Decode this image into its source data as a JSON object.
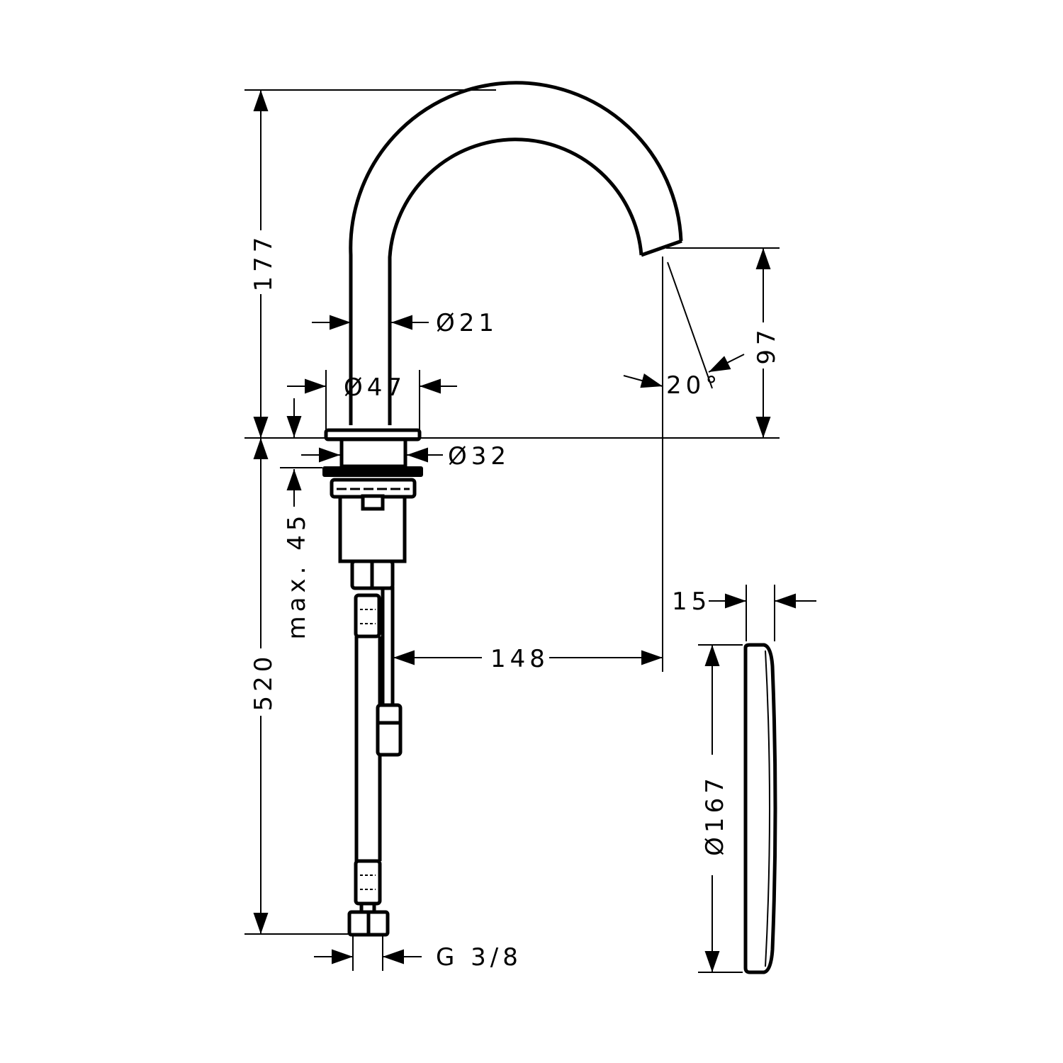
{
  "drawing": {
    "dimensions": {
      "spout_height": "177",
      "spout_diameter": "Ø21",
      "base_diameter": "Ø47",
      "mount_hole_diameter": "Ø32",
      "max_deck_thickness": "max. 45",
      "hose_length": "520",
      "spout_reach": "148",
      "outlet_height": "97",
      "outlet_angle": "20°",
      "plate_thickness": "15",
      "plate_diameter": "Ø167",
      "connection_thread": "G 3/8"
    },
    "line_color": "#000000",
    "background_color": "#ffffff"
  }
}
